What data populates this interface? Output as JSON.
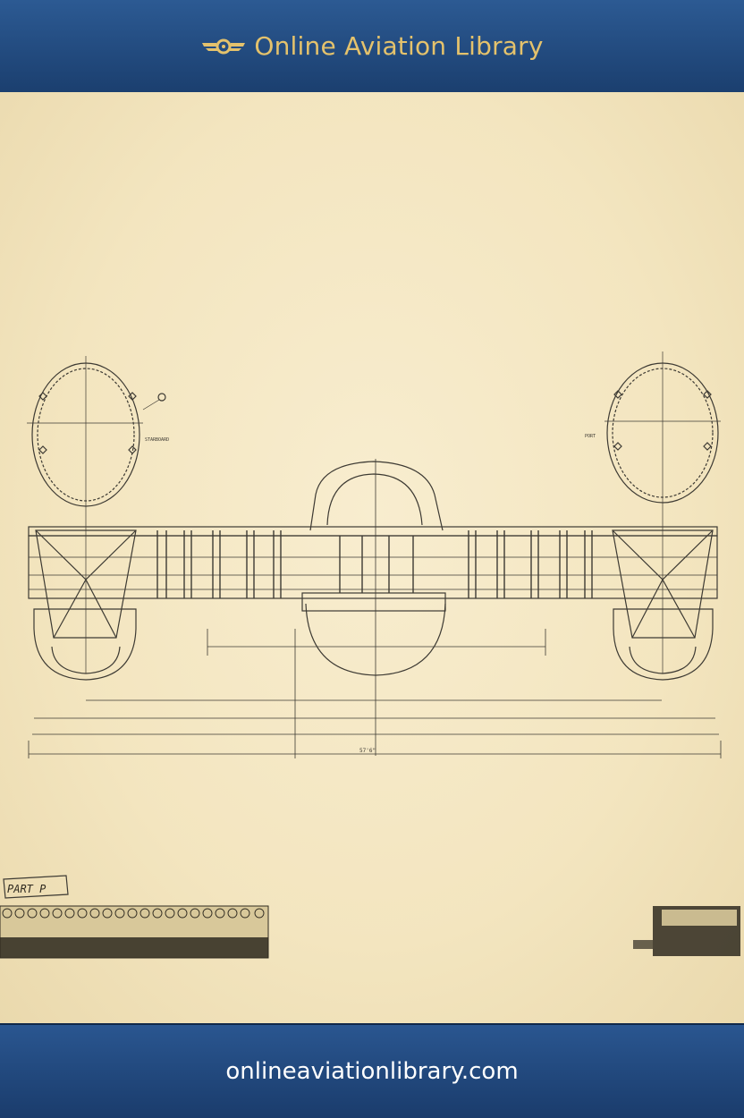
{
  "header": {
    "title": "Online Aviation Library",
    "logo_icon": "wings-icon"
  },
  "footer": {
    "url": "onlineaviationlibrary.com"
  },
  "drawing": {
    "stamp_part": "PART P",
    "label_port": "PORT",
    "label_starboard": "STARBOARD",
    "dim_span_overall": "57'6\"",
    "colors": {
      "ink": "#3d3a33",
      "header_blue": "#1e4577",
      "brand_gold": "#e4c26c"
    }
  }
}
